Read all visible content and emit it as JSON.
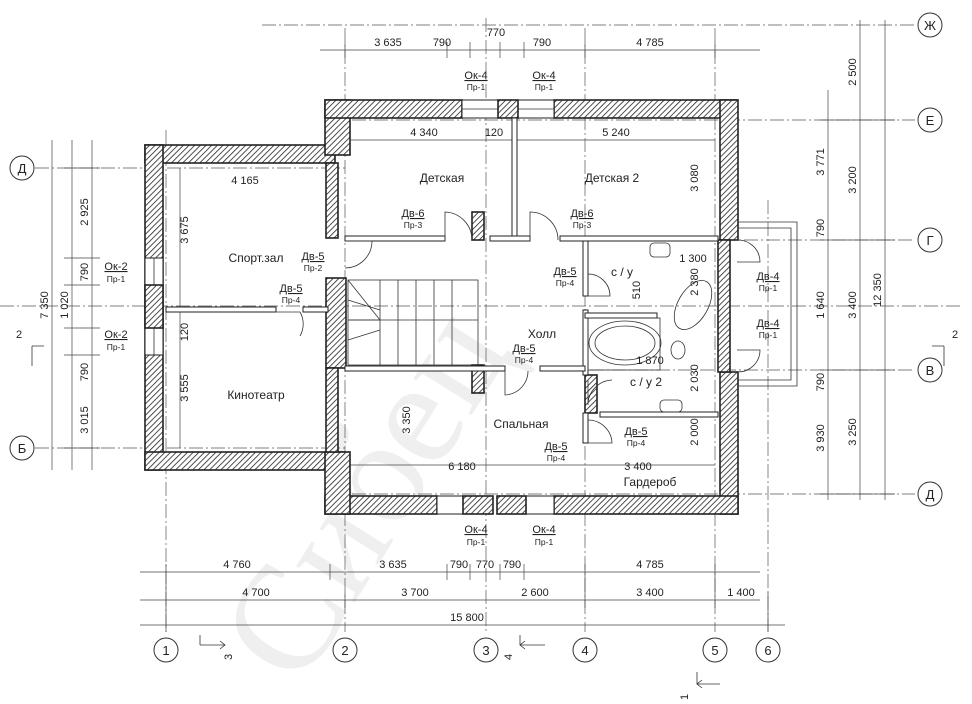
{
  "axes": {
    "vertical": [
      "1",
      "2",
      "3",
      "4",
      "5",
      "6"
    ],
    "horizontal": [
      "Ж",
      "Е",
      "Д",
      "Г",
      "В",
      "Б",
      "Д"
    ]
  },
  "dims": {
    "top_row": [
      "3 635",
      "790",
      "770",
      "790",
      "4 785"
    ],
    "top_inner": [
      "4 340",
      "120",
      "5 240"
    ],
    "left_outer": [
      "7 350"
    ],
    "left_mid": [
      "1 020"
    ],
    "left_row": [
      "2 925",
      "790",
      "790",
      "3 015"
    ],
    "left_inner": [
      "3 675",
      "120",
      "3 555"
    ],
    "right_col1": [
      "3 771",
      "790",
      "1 640",
      "790",
      "3 930"
    ],
    "right_col2": [
      "2 500",
      "3 200",
      "3 400",
      "3 250"
    ],
    "right_total": [
      "12 350"
    ],
    "bottom_row1": [
      "4 760",
      "3 635",
      "790",
      "770",
      "790",
      "4 785"
    ],
    "bottom_row2": [
      "4 700",
      "3 700",
      "2 600",
      "3 400",
      "1 400"
    ],
    "bottom_total": [
      "15 800"
    ],
    "interior": [
      "4 165",
      "3 080",
      "1 300",
      "510",
      "2 380",
      "1 870",
      "2 030",
      "2 000",
      "3 350",
      "6 180",
      "3 400"
    ]
  },
  "rooms": {
    "kids1": "Детская",
    "kids2": "Детская 2",
    "gym": "Спорт.зал",
    "cinema": "Кинотеатр",
    "hall": "Холл",
    "bedroom": "Спальная",
    "wardrobe": "Гардероб",
    "wc1": "с / у",
    "wc2": "с / у 2"
  },
  "tags": {
    "ok4": "Ок-4",
    "ok2": "Ок-2",
    "dv6": "Дв-6",
    "dv5": "Дв-5",
    "dv4": "Дв-4",
    "pr1": "Пр-1",
    "pr2": "Пр-2",
    "pr3": "Пр-3",
    "pr4": "Пр-4"
  },
  "sections": {
    "s1": "1",
    "s2": "2",
    "s3": "3",
    "s4": "4"
  }
}
